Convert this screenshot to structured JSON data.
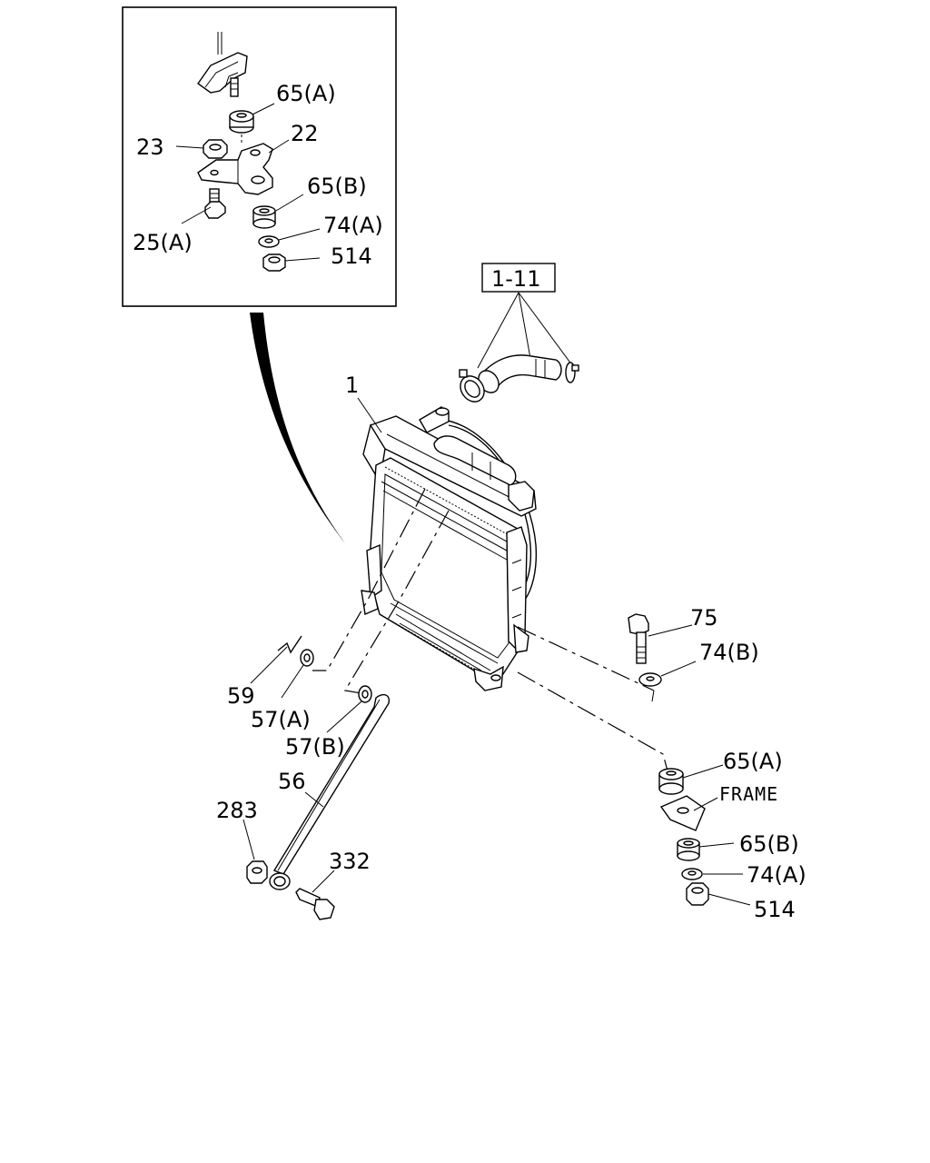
{
  "diagram": {
    "inset": {
      "labels": {
        "p65a": "65(A)",
        "p23": "23",
        "p22": "22",
        "p65b": "65(B)",
        "p74a": "74(A)",
        "p25a": "25(A)",
        "p514": "514"
      }
    },
    "main": {
      "labels": {
        "ref": "1-11",
        "p1": "1",
        "p75": "75",
        "p74b": "74(B)",
        "p59": "59",
        "p57a": "57(A)",
        "p57b": "57(B)",
        "p65a": "65(A)",
        "frame": "FRAME",
        "p56": "56",
        "p283": "283",
        "p332": "332",
        "p65b": "65(B)",
        "p74a": "74(A)",
        "p514": "514"
      }
    }
  }
}
